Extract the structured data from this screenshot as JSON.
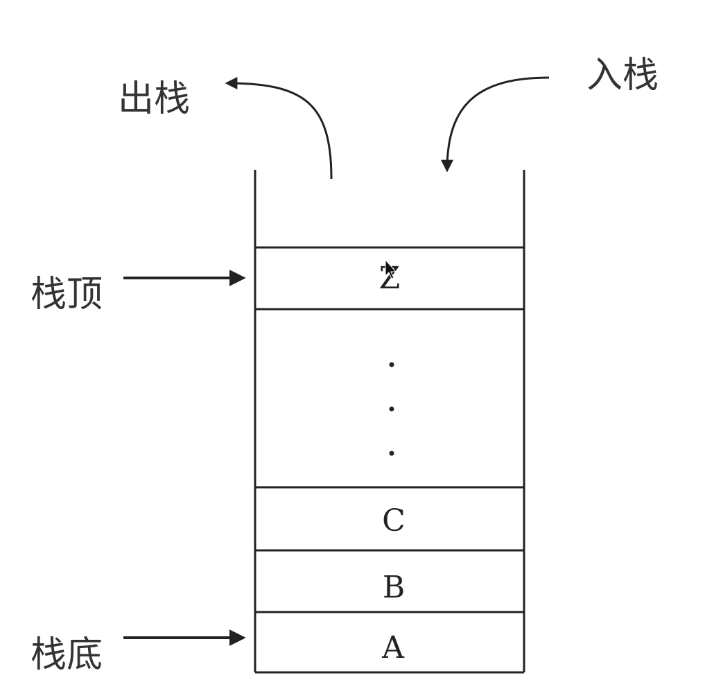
{
  "labels": {
    "pop": "出栈",
    "push": "入栈",
    "top": "栈顶",
    "bottom": "栈底"
  },
  "stack": {
    "top_item": "Z",
    "ellipsis": "...",
    "items_from_top": [
      "C",
      "B",
      "A"
    ]
  },
  "colors": {
    "stroke": "#222222",
    "text": "#333333"
  }
}
